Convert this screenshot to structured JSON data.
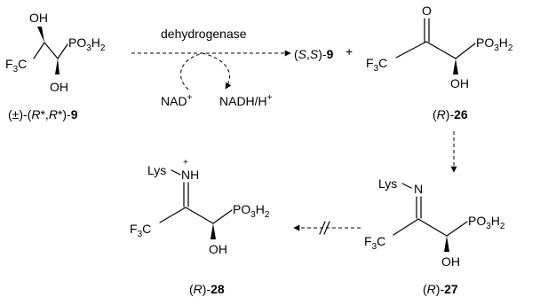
{
  "atoms": {
    "oh": "OH",
    "o": "O",
    "n": "N",
    "nh": "NH",
    "lys": "Lys",
    "f3c_f": "F",
    "f3c_c": "C",
    "po3h2_a": "PO",
    "po3h2_b": "H",
    "sub3": "3",
    "sub2": "2",
    "plus_charge": "+"
  },
  "reagents": {
    "enzyme": "dehydrogenase",
    "cofactor_in": "NAD",
    "cofactor_in_charge": "+",
    "cofactor_out": "NADH/H",
    "cofactor_out_charge": "+",
    "plus_sign": "+"
  },
  "compounds": {
    "c9_racemic": {
      "prefix": "(±)-(",
      "r1": "R",
      "mid": "*,",
      "r2": "R",
      "suffix": "*)-",
      "num": "9"
    },
    "c9_ss": {
      "prefix": "(",
      "s1": "S",
      "mid": ",",
      "s2": "S",
      "suffix": ")-",
      "num": "9"
    },
    "c26": {
      "prefix": "(",
      "config": "R",
      "suffix": ")-",
      "num": "26"
    },
    "c27": {
      "prefix": "(",
      "config": "R",
      "suffix": ")-",
      "num": "27"
    },
    "c28": {
      "prefix": "(",
      "config": "R",
      "suffix": ")-",
      "num": "28"
    }
  }
}
